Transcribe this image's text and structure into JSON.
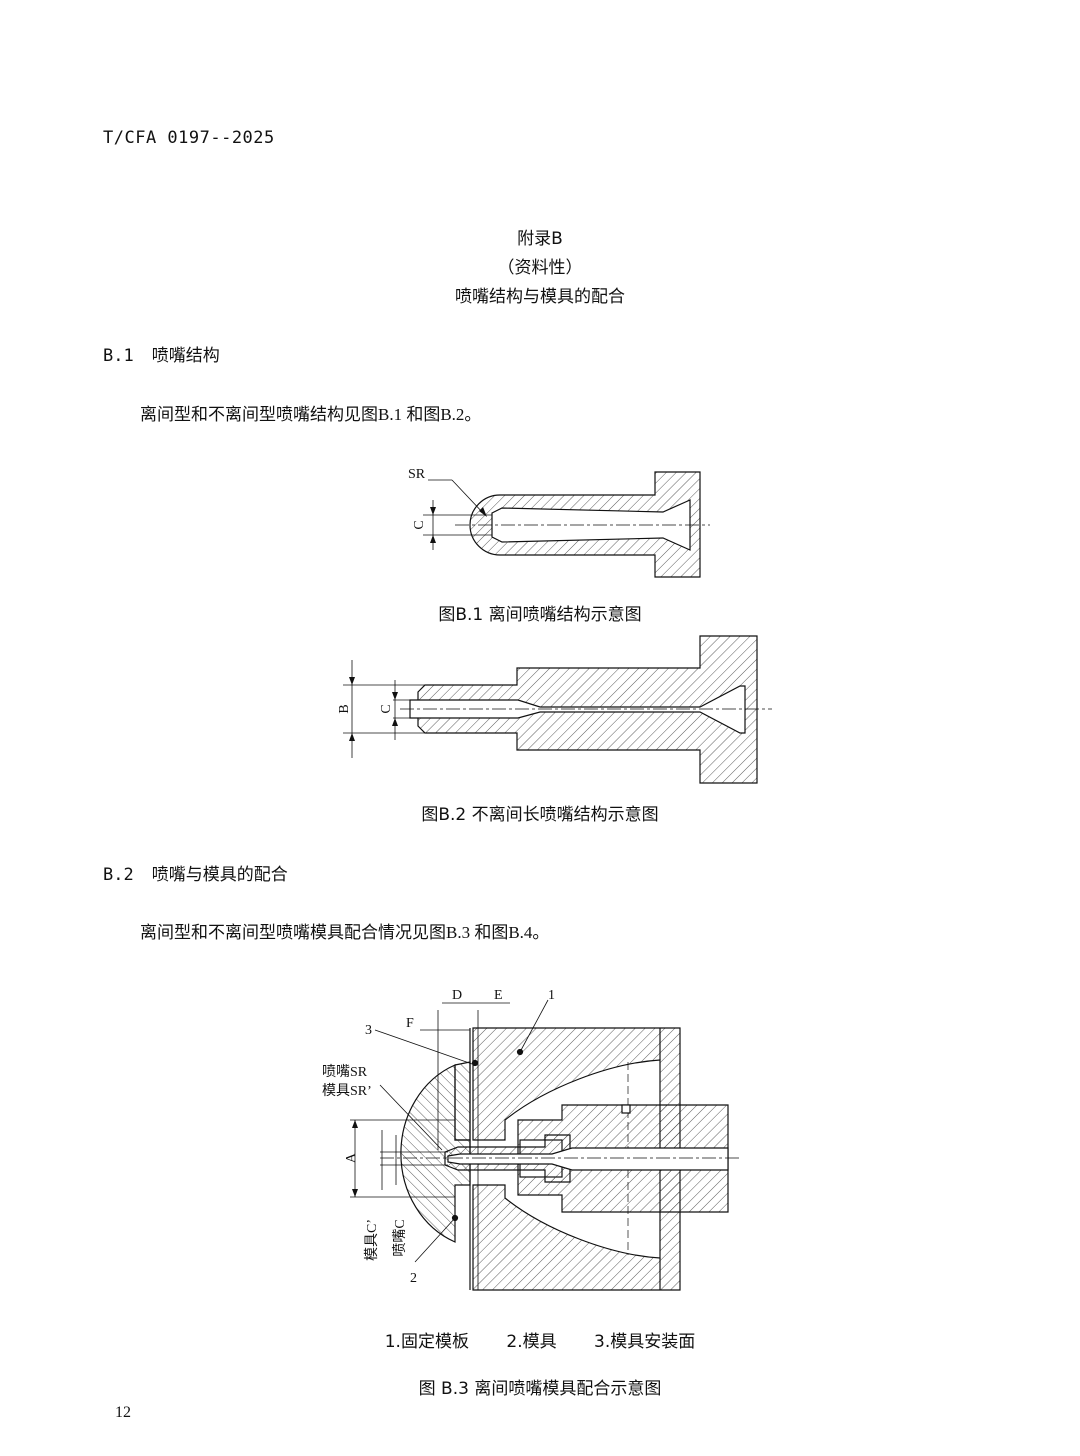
{
  "header": {
    "standard_code": "T/CFA 0197--2025"
  },
  "appendix": {
    "title": "附录B",
    "type": "（资料性）",
    "subject": "喷嘴结构与模具的配合"
  },
  "sections": [
    {
      "number": "B.1",
      "title": "喷嘴结构",
      "text": "离间型和不离间型喷嘴结构见图B.1  和图B.2。"
    },
    {
      "number": "B.2",
      "title": "喷嘴与模具的配合",
      "text": "离间型和不离间型喷嘴模具配合情况见图B.3  和图B.4。"
    }
  ],
  "figures": {
    "b1": {
      "caption": "图B.1   离间喷嘴结构示意图",
      "labels": {
        "sr": "SR",
        "c": "C"
      }
    },
    "b2": {
      "caption": "图B.2   不离间长喷嘴结构示意图",
      "labels": {
        "b": "B",
        "c": "C"
      }
    },
    "b3": {
      "caption": "图 B.3   离间喷嘴模具配合示意图",
      "labels": {
        "d": "D",
        "e": "E",
        "f": "F",
        "n1": "1",
        "n2": "2",
        "n3": "3",
        "nozzle_sr": "喷嘴SR",
        "mold_sr": "模具SR’",
        "a": "A",
        "mold_c": "模具C’",
        "nozzle_c": "喷嘴C"
      },
      "legend": [
        "1.固定模板",
        "2.模具",
        "3.模具安装面"
      ]
    }
  },
  "page_number": "12"
}
